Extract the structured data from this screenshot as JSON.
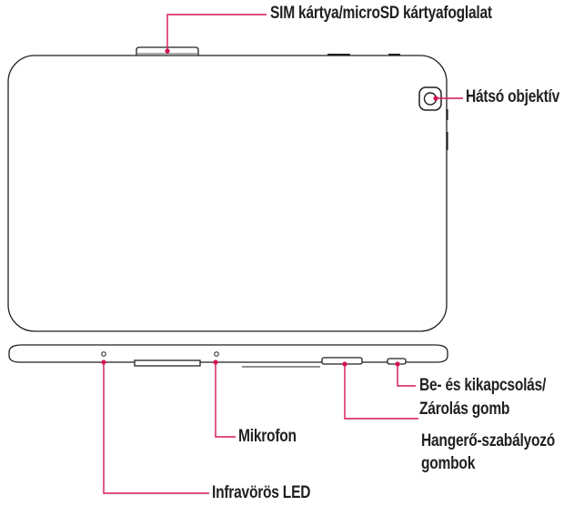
{
  "labels": {
    "sim_slot": "SIM kártya/microSD kártyafoglalat",
    "rear_camera": "Hátsó objektív",
    "power_line1": "Be- és kikapcsolás/",
    "power_line2": "Zárolás gomb",
    "volume_line1": "Hangerő-szabályozó",
    "volume_line2": "gombok",
    "microphone": "Mikrofon",
    "ir_led": "Infravörös LED"
  },
  "colors": {
    "leader": "#d4145a",
    "outline": "#231f20",
    "text": "#231f20"
  }
}
